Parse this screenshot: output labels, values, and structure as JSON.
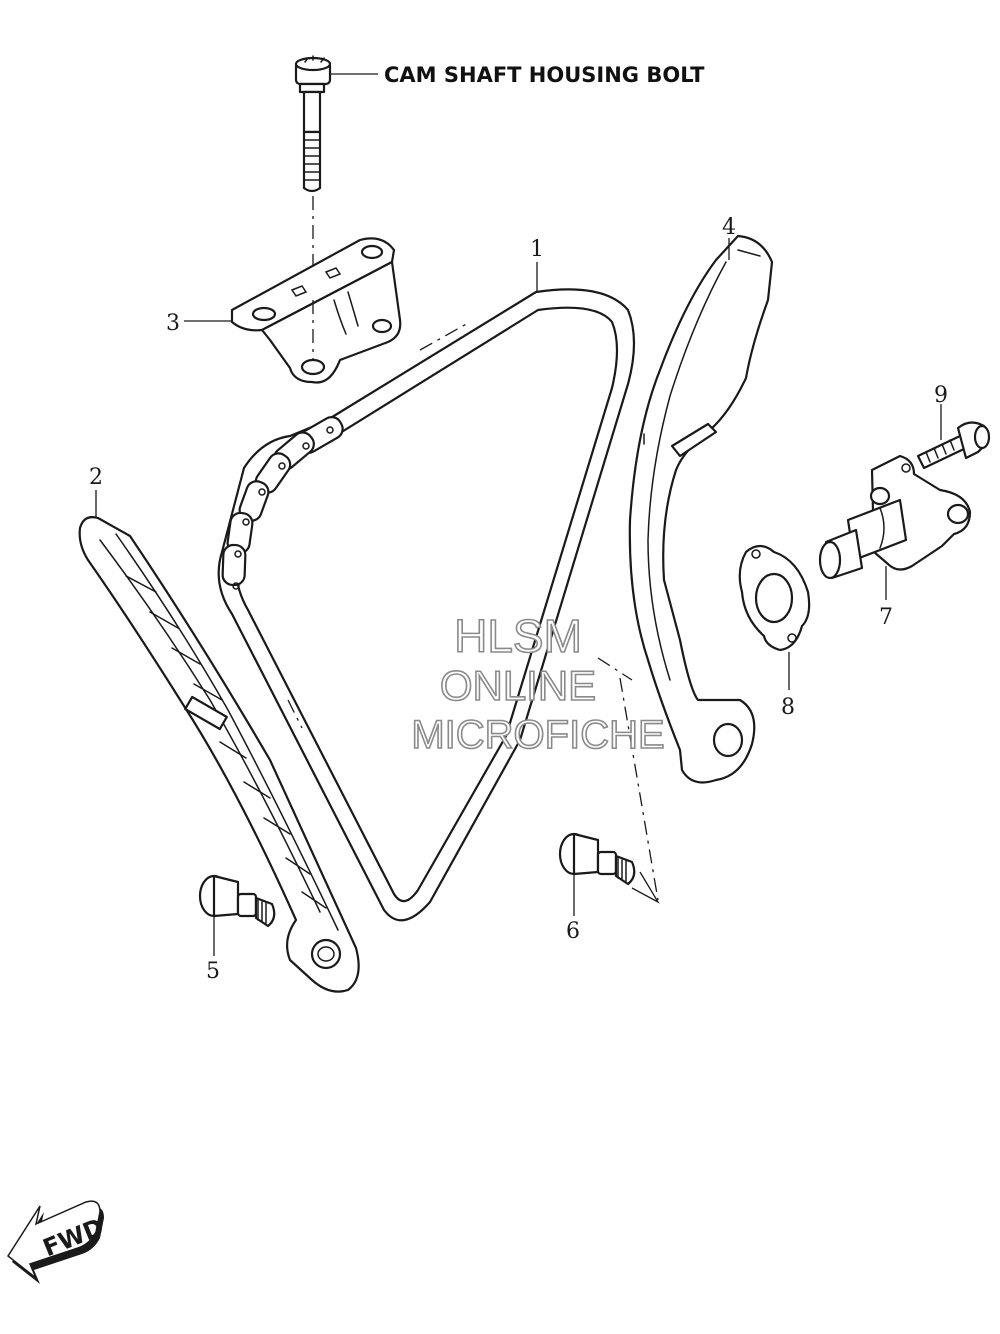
{
  "header_label": "CAM SHAFT HOUSING BOLT",
  "watermark": {
    "line1": "HLSM",
    "line2": "ONLINE",
    "line3": "MICROFICHE"
  },
  "fwd_label": "FWD",
  "callouts": {
    "c1": "1",
    "c2": "2",
    "c3": "3",
    "c4": "4",
    "c5": "5",
    "c6": "6",
    "c7": "7",
    "c8": "8",
    "c9": "9"
  },
  "colors": {
    "line": "#1a1a1a",
    "watermark_outline": "#8a8a8a",
    "background": "#ffffff"
  }
}
